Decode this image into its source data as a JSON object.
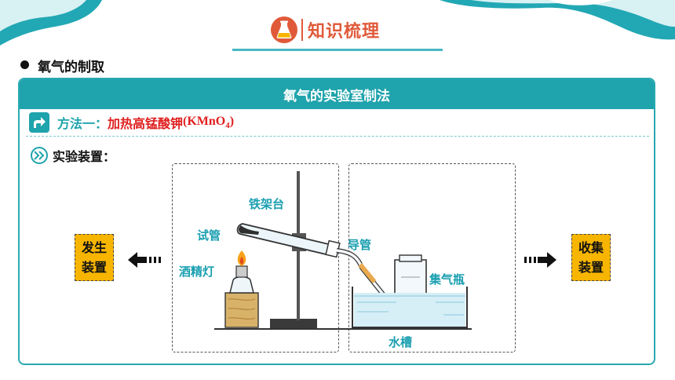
{
  "header": {
    "title": "知识梳理",
    "icon": "flask-icon"
  },
  "section": {
    "heading": "氧气的制取"
  },
  "card": {
    "title": "氧气的实验室制法",
    "method": {
      "label": "方法一：",
      "name": "加热高锰酸钾",
      "formula_prefix": "(KMnO",
      "formula_sub": "4",
      "formula_suffix": ")"
    },
    "apparatus_label": "实验装置：",
    "generator": {
      "side_label_line1": "发生",
      "side_label_line2": "装置"
    },
    "collector": {
      "side_label_line1": "收集",
      "side_label_line2": "装置"
    },
    "diagram_labels": {
      "iron_stand": "铁架台",
      "test_tube": "试管",
      "alcohol_lamp": "酒精灯",
      "delivery_tube": "导管",
      "gas_bottle": "集气瓶",
      "water_trough": "水槽"
    }
  },
  "colors": {
    "accent": "#1fa3ac",
    "title": "#e05a3a",
    "formula": "#e02020",
    "label_bg": "#f7b500"
  }
}
